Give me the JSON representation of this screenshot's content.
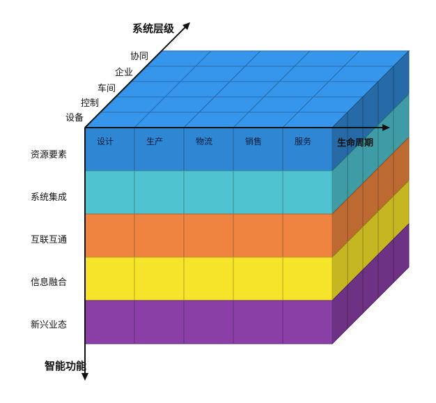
{
  "axes": {
    "system_level": "系统层级",
    "lifecycle": "生命周期",
    "intelligent_function": "智能功能"
  },
  "system_levels": [
    "设备",
    "控制",
    "车间",
    "企业",
    "协同"
  ],
  "lifecycle_stages": [
    "设计",
    "生产",
    "物流",
    "销售",
    "服务"
  ],
  "intelligent_functions": [
    "资源要素",
    "系统集成",
    "互联互通",
    "信息融合",
    "新兴业态"
  ],
  "layer_colors": [
    "#2f86d2",
    "#4fc3cf",
    "#ee8440",
    "#f6e42a",
    "#8a3fa6"
  ]
}
